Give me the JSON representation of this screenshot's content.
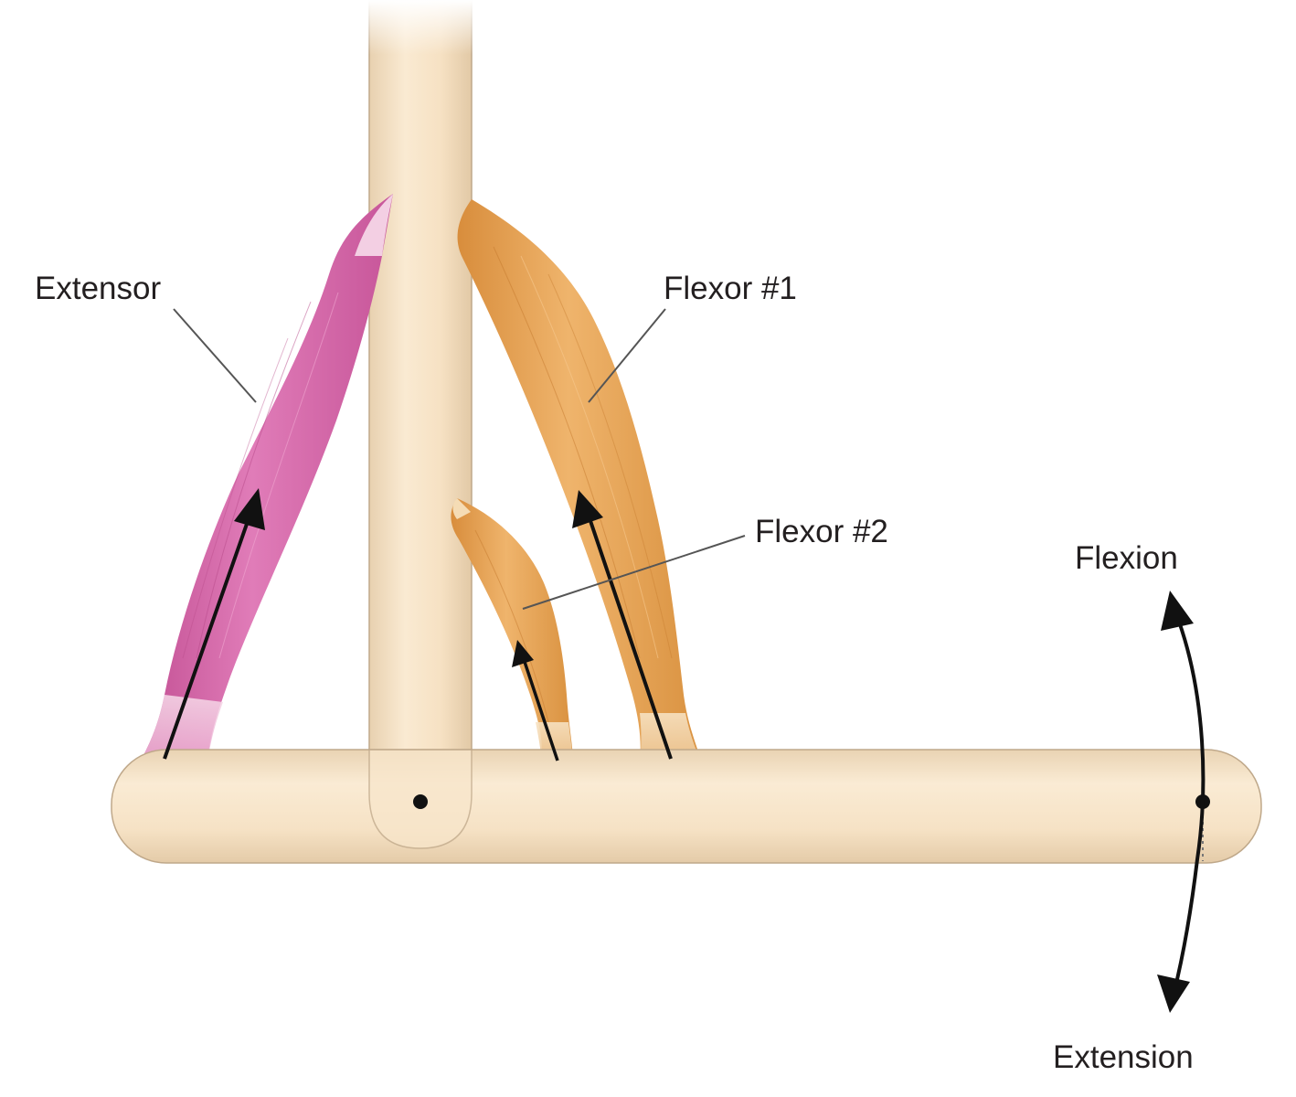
{
  "labels": {
    "extensor": "Extensor",
    "flexor1": "Flexor #1",
    "flexor2": "Flexor #2",
    "flexion": "Flexion",
    "extension": "Extension"
  },
  "colors": {
    "bone": "#f7e3c6",
    "bone_outline": "#b8a48c",
    "extensor_muscle": "#d466a8",
    "extensor_tendon": "#f2c9e2",
    "flexor_muscle": "#e4a455",
    "flexor_tendon": "#f5dcb5",
    "arrow": "#111111",
    "text": "#231f20"
  }
}
